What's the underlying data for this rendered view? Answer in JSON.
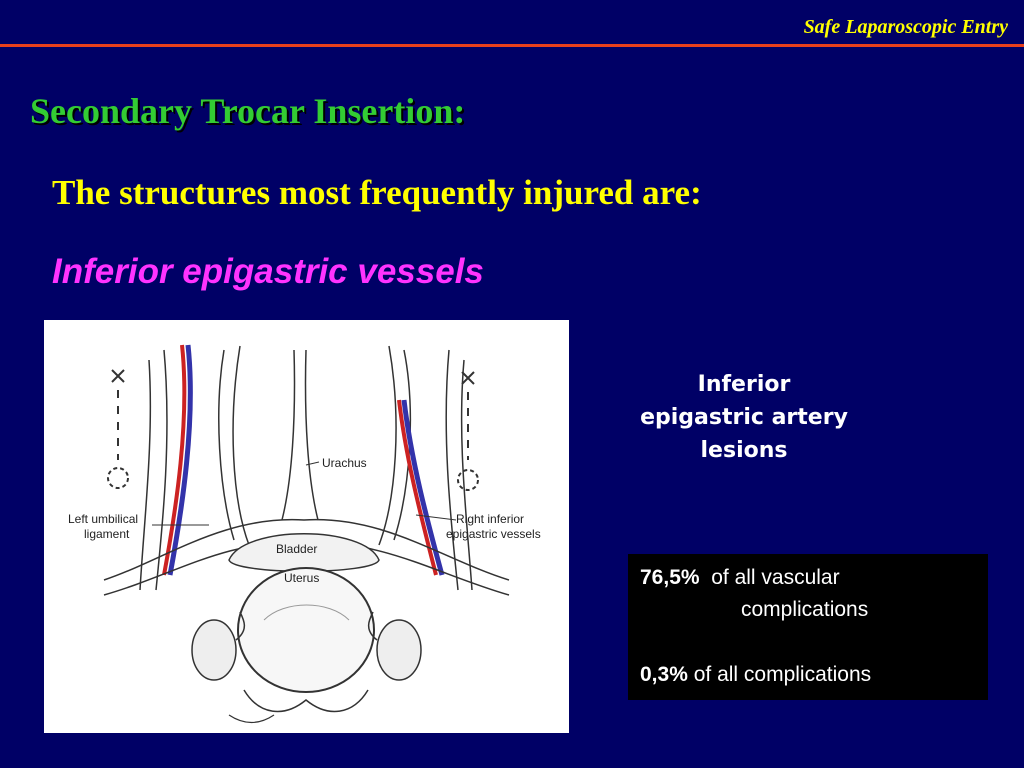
{
  "header": {
    "title": "Safe Laparoscopic Entry"
  },
  "slide": {
    "heading": "Secondary Trocar Insertion:",
    "subheading": "The structures most frequently injured are:",
    "highlight": "Inferior epigastric vessels"
  },
  "illustration": {
    "labels": {
      "urachus": "Urachus",
      "left_umbilical_1": "Left umbilical",
      "left_umbilical_2": "ligament",
      "right_inferior_1": "Right inferior",
      "right_inferior_2": "epigastric vessels",
      "bladder": "Bladder",
      "uterus": "Uterus"
    }
  },
  "caption": {
    "line1": "Inferior",
    "line2": "epigastric artery",
    "line3": "lesions"
  },
  "stats": {
    "vascular_value": "76,5%",
    "vascular_text_1": "of all vascular",
    "vascular_text_2": "complications",
    "all_value": "0,3%",
    "all_text": "of all complications"
  },
  "colors": {
    "background": "#000066",
    "header_text": "#FFFF00",
    "rule": "#E8401C",
    "heading": "#33CC33",
    "subheading": "#FFFF00",
    "highlight": "#FF33FF"
  }
}
